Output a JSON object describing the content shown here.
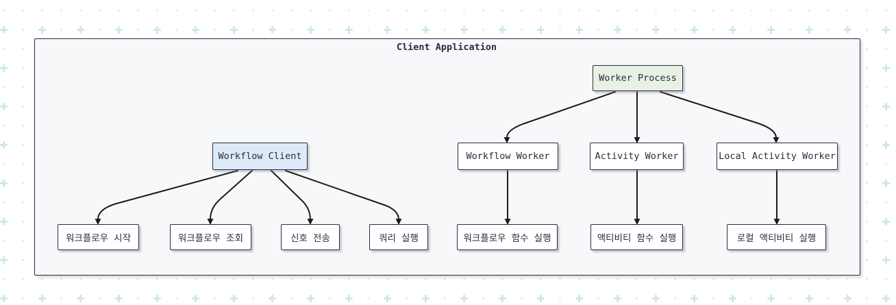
{
  "diagram": {
    "container_title": "Client Application",
    "nodes": [
      {
        "id": "worker-process",
        "label": "Worker Process",
        "kind": "process"
      },
      {
        "id": "workflow-client",
        "label": "Workflow Client",
        "kind": "client"
      },
      {
        "id": "workflow-worker",
        "label": "Workflow Worker",
        "kind": "plain"
      },
      {
        "id": "activity-worker",
        "label": "Activity Worker",
        "kind": "plain"
      },
      {
        "id": "local-activity-worker",
        "label": "Local Activity Worker",
        "kind": "plain"
      },
      {
        "id": "start-workflow",
        "label": "워크플로우 시작",
        "kind": "plain"
      },
      {
        "id": "query-workflow",
        "label": "워크플로우 조회",
        "kind": "plain"
      },
      {
        "id": "send-signal",
        "label": "신호 전송",
        "kind": "plain"
      },
      {
        "id": "run-query",
        "label": "쿼리 실행",
        "kind": "plain"
      },
      {
        "id": "run-workflow-fn",
        "label": "워크플로우 함수 실행",
        "kind": "plain"
      },
      {
        "id": "run-activity-fn",
        "label": "액티비티 함수 실행",
        "kind": "plain"
      },
      {
        "id": "run-local-activity",
        "label": "로컬 액티비티 실행",
        "kind": "plain"
      }
    ],
    "edges": [
      {
        "from": "workflow-client",
        "to": "start-workflow"
      },
      {
        "from": "workflow-client",
        "to": "query-workflow"
      },
      {
        "from": "workflow-client",
        "to": "send-signal"
      },
      {
        "from": "workflow-client",
        "to": "run-query"
      },
      {
        "from": "worker-process",
        "to": "workflow-worker"
      },
      {
        "from": "worker-process",
        "to": "activity-worker"
      },
      {
        "from": "worker-process",
        "to": "local-activity-worker"
      },
      {
        "from": "workflow-worker",
        "to": "run-workflow-fn"
      },
      {
        "from": "activity-worker",
        "to": "run-activity-fn"
      },
      {
        "from": "local-activity-worker",
        "to": "run-local-activity"
      }
    ],
    "colors": {
      "canvas_bg": "#f7f8fa",
      "border": "#2b2b3f",
      "arrow": "#1a1a1a",
      "node_fill": "#ffffff",
      "client_fill": "#ddeafa",
      "process_fill": "#e8f2e4",
      "pattern_dot": "#d9eded",
      "pattern_plus": "#cfe7e9"
    }
  }
}
